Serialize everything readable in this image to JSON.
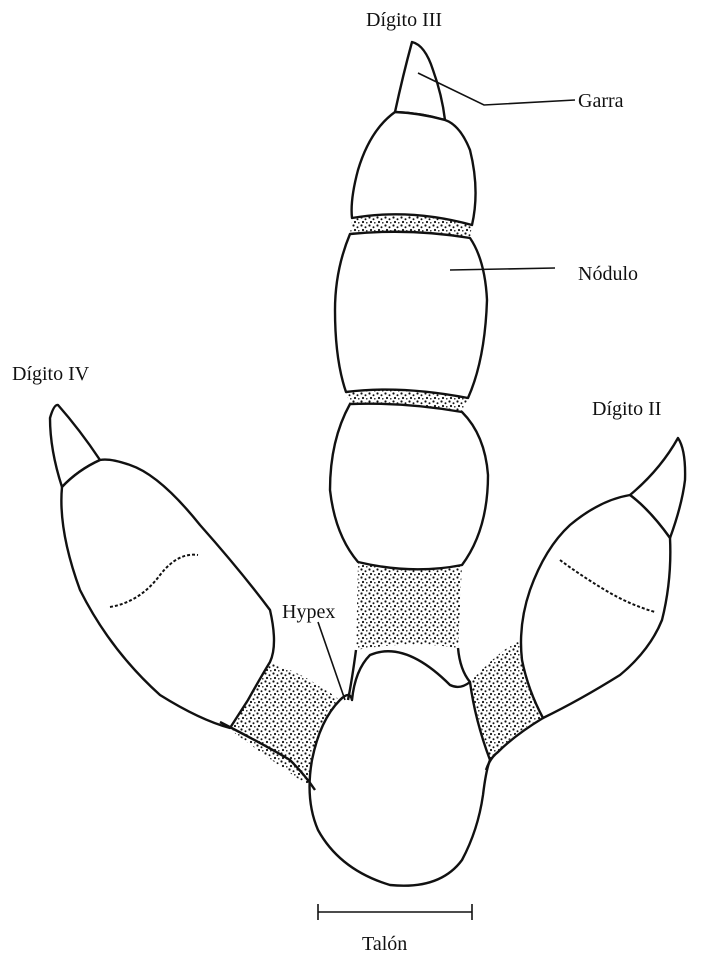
{
  "labels": {
    "digit_iii": "Dígito III",
    "digit_iv": "Dígito IV",
    "digit_ii": "Dígito II",
    "claw": "Garra",
    "node": "Nódulo",
    "hypex": "Hypex",
    "heel": "Talón"
  },
  "colors": {
    "ink": "#111111",
    "paper": "#ffffff"
  }
}
